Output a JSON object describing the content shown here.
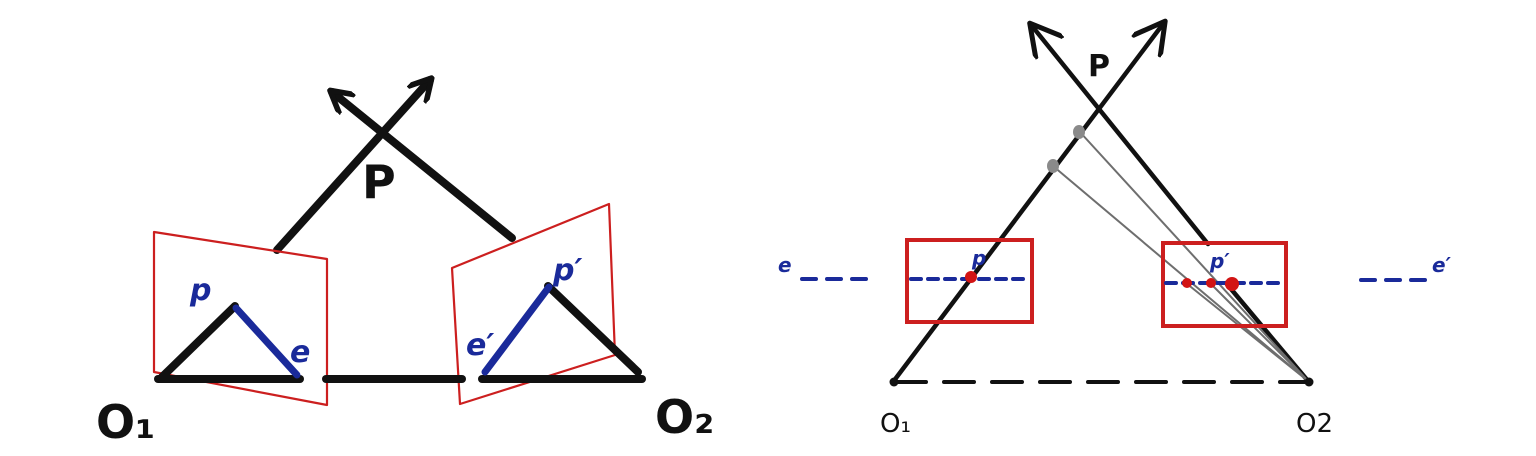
{
  "colors": {
    "ink": "#111111",
    "plane_red": "#cc1f1f",
    "epipolar_blue": "#1a2a9a",
    "ray_gray": "#6e6e6e",
    "point_gray": "#8a8a8a",
    "point_red": "#d21414"
  },
  "left_panel": {
    "point_label": "P",
    "left_camera_label": "O₁",
    "right_camera_label": "O₂",
    "left_image_point_label": "p",
    "left_epipole_label": "e",
    "right_image_point_label": "p′",
    "right_epipole_label": "e′"
  },
  "right_panel": {
    "point_label": "P",
    "left_camera_label": "O₁",
    "right_camera_label": "O2",
    "left_image_point_label": "p",
    "right_image_point_label": "p′",
    "left_epipolar_label": "e",
    "right_epipolar_label": "e′"
  }
}
